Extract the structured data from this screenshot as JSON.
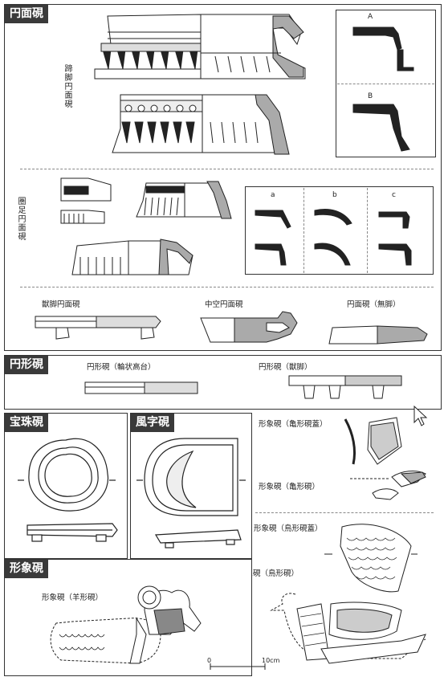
{
  "sections": {
    "enmenken": {
      "title": "円面硯",
      "teikyaku_label": "蹄脚円面硯",
      "kensoku_label": "圏足円面硯",
      "profile_labels": [
        "A",
        "B"
      ],
      "variant_labels": [
        "a",
        "b",
        "c"
      ],
      "bottom_labels": [
        "獣脚円面硯",
        "中空円面硯",
        "円面硯（無脚）"
      ]
    },
    "enkeiken": {
      "title": "円形硯",
      "labels": [
        "円形硯（輪状高台）",
        "円形硯（獣脚）"
      ]
    },
    "hoshuken": {
      "title": "宝珠硯"
    },
    "fujiken": {
      "title": "風字硯"
    },
    "keishoken_right": {
      "labels": [
        "形象硯（亀形硯蓋）",
        "形象硯（亀形硯）",
        "形象硯（鳥形硯蓋）",
        "形象硯（鳥形硯）"
      ]
    },
    "keishoken": {
      "title": "形象硯",
      "sheep_label": "形象硯（羊形硯）",
      "scale_zero": "0",
      "scale_end": "10cm"
    }
  }
}
